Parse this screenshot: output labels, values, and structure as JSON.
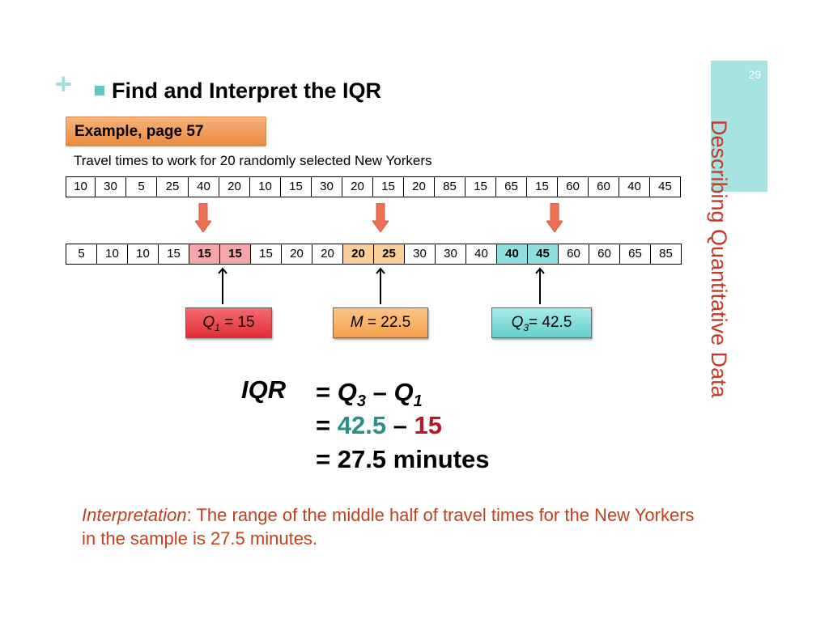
{
  "slide": {
    "number": "29",
    "section_title": "Describing Quantitative Data",
    "heading": "Find and Interpret the IQR",
    "example_label": "Example, page 57",
    "subtitle": "Travel times to work for 20 randomly selected New Yorkers"
  },
  "data_row": [
    "10",
    "30",
    "5",
    "25",
    "40",
    "20",
    "10",
    "15",
    "30",
    "20",
    "15",
    "20",
    "85",
    "15",
    "65",
    "15",
    "60",
    "60",
    "40",
    "45"
  ],
  "sorted_row": [
    "5",
    "10",
    "10",
    "15",
    "15",
    "15",
    "15",
    "20",
    "20",
    "20",
    "25",
    "30",
    "30",
    "40",
    "40",
    "45",
    "60",
    "60",
    "65",
    "85"
  ],
  "labels": {
    "q1": {
      "sym": "Q",
      "sub": "1",
      "text": " = 15"
    },
    "m": {
      "sym": "M",
      "text": " = 22.5"
    },
    "q3": {
      "sym": "Q",
      "sub": "3",
      "text": "= 42.5"
    }
  },
  "formula": {
    "lhs": "IQR",
    "line1": {
      "eq": "= ",
      "a": "Q",
      "a_sub": "3",
      "op": " – ",
      "b": "Q",
      "b_sub": "1"
    },
    "line2": {
      "eq": "= ",
      "a": "42.5",
      "op": " – ",
      "b": "15"
    },
    "line3": "= 27.5 minutes"
  },
  "interpretation": {
    "label": "Interpretation",
    "text": ": The range of the middle half of travel times for the New Yorkers in the sample is 27.5 minutes."
  },
  "colors": {
    "accent_teal": "#a6e3e1",
    "title_red": "#c43a2a",
    "q1_fill": "#f4a7ab",
    "median_fill": "#fbcf99",
    "q3_fill": "#8fe0dc"
  }
}
